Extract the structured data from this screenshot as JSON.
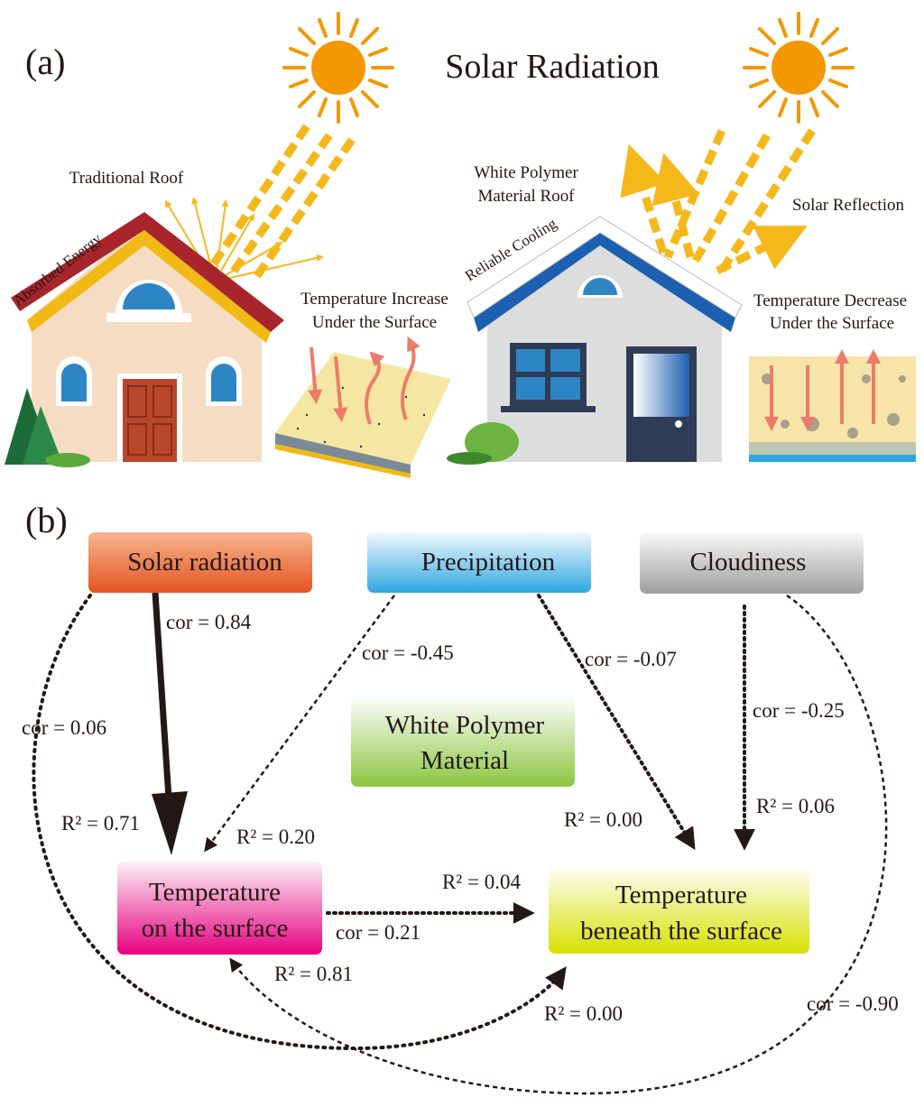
{
  "panel_a": {
    "label": "(a)",
    "title": "Solar Radiation",
    "left_house": {
      "roof_label": "Traditional Roof",
      "roof_text": "Absorbed Energy",
      "surface_label_1": "Temperature Increase",
      "surface_label_2": "Under the Surface"
    },
    "right_house": {
      "roof_label_1": "White Polymer",
      "roof_label_2": "Material Roof",
      "roof_text": "Reliable Cooling",
      "reflection_label": "Solar Reflection",
      "surface_label_1": "Temperature Decrease",
      "surface_label_2": "Under the Surface"
    }
  },
  "panel_b": {
    "label": "(b)",
    "nodes": {
      "solar": "Solar radiation",
      "precip": "Precipitation",
      "cloud": "Cloudiness",
      "material_1": "White Polymer",
      "material_2": "Material",
      "surface_1": "Temperature",
      "surface_2": "on the surface",
      "beneath_1": "Temperature",
      "beneath_2": "beneath the surface"
    },
    "edges": {
      "solar_surface_cor": "cor = 0.84",
      "solar_surface_r2": "R² = 0.71",
      "precip_surface_cor": "cor = -0.45",
      "precip_surface_r2": "R² = 0.20",
      "precip_beneath_cor": "cor = -0.07",
      "precip_beneath_r2": "R² = 0.00",
      "cloud_beneath_cor": "cor = -0.25",
      "cloud_beneath_r2": "R² = 0.06",
      "surface_beneath_cor": "cor = 0.21",
      "surface_beneath_r2": "R² = 0.04",
      "solar_beneath_cor": "cor = 0.06",
      "solar_beneath_r2": "R² = 0.00",
      "cloud_surface_cor": "cor = -0.90",
      "cloud_surface_r2": "R² = 0.81"
    }
  },
  "colors": {
    "sun": "#f39800",
    "ray": "#f5b81b",
    "heat_arrow": "#ee7b6a",
    "solar_box": "#e4531f",
    "precip_box": "#2ea7e0",
    "cloud_box": "#9d9d9d",
    "material_box": "#8cc63f",
    "surface_box": "#e5007f",
    "beneath_box": "#d7e000"
  }
}
